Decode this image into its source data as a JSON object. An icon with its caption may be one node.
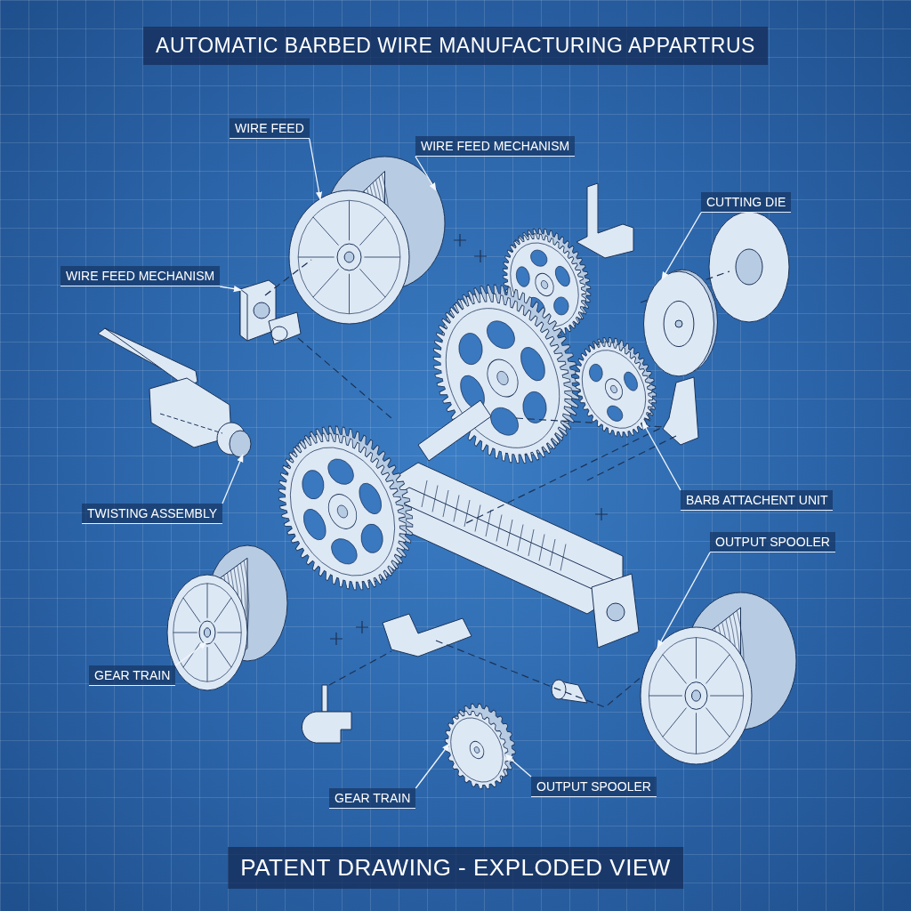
{
  "diagram": {
    "title": "AUTOMATIC BARBED WIRE MANUFACTURING APPARTRUS",
    "caption": "PATENT DRAWING - EXPLODED VIEW",
    "nodes": [
      {
        "text": [
          "WIRE FEED"
        ]
      },
      {
        "text": [
          "WIRE FEED MECHANISM"
        ]
      },
      {
        "text": [
          "WIRE FEED MECHANISM"
        ]
      },
      {
        "text": [
          "CUTTING DIE"
        ]
      },
      {
        "text": [
          "TWISTING ASSEMBLY"
        ]
      },
      {
        "text": [
          "BARB ATTACHENT UNIT"
        ]
      },
      {
        "text": [
          "OUTPUT SPOOLER"
        ]
      },
      {
        "text": [
          "GEAR TRAIN"
        ]
      },
      {
        "text": [
          "GEAR TRAIN"
        ]
      },
      {
        "text": [
          "OUTPUT SPOOLER"
        ]
      },
      {
        "text": [],
        "shape": "picture"
      },
      {
        "text": [],
        "shape": "picture"
      },
      {
        "text": [],
        "shape": "picture"
      },
      {
        "text": [],
        "shape": "picture"
      },
      {
        "text": [],
        "shape": "picture"
      },
      {
        "text": [],
        "shape": "picture"
      },
      {
        "text": [],
        "shape": "picture"
      },
      {
        "text": [],
        "shape": "picture"
      }
    ],
    "edges": [
      {
        "from": 0,
        "to": 10,
        "arrow": "to"
      },
      {
        "from": 1,
        "to": 10,
        "arrow": "to"
      },
      {
        "from": 2,
        "to": 11,
        "arrow": "to"
      },
      {
        "from": 3,
        "to": 13,
        "arrow": "to"
      },
      {
        "from": 4,
        "to": 12,
        "arrow": "to"
      },
      {
        "from": 5,
        "to": 14,
        "arrow": "to"
      },
      {
        "from": 6,
        "to": 15,
        "arrow": "to"
      },
      {
        "from": 7,
        "to": 16,
        "arrow": "to"
      },
      {
        "from": 8,
        "to": 17,
        "arrow": "to"
      },
      {
        "from": 9,
        "to": 17,
        "arrow": "to"
      },
      {
        "from": 11,
        "to": 10,
        "arrow": "none",
        "style": "dashed",
        "color": "#1b3357"
      }
    ]
  }
}
